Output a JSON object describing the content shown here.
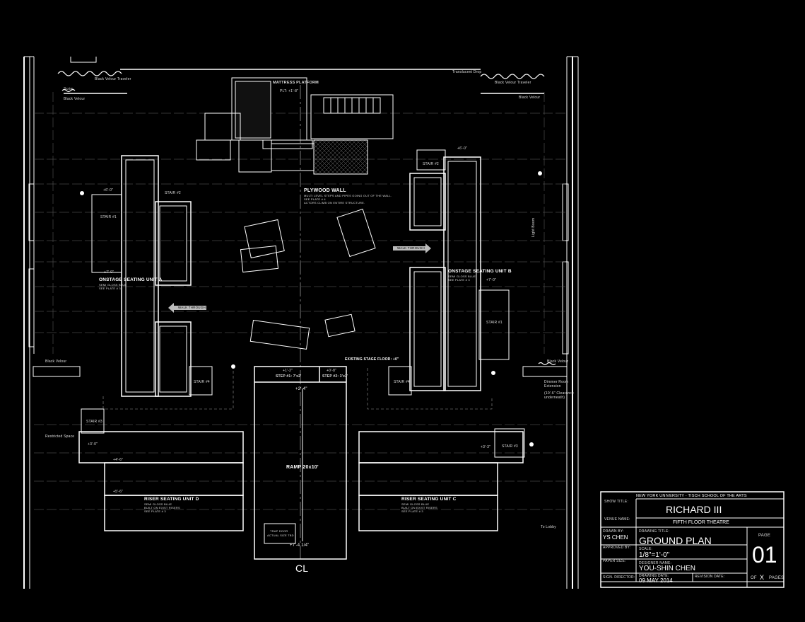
{
  "labels": {
    "black_velour_traveler_l": "Black Velour Traveler",
    "black_velour_traveler_r": "Black Velour Traveler",
    "translucent_drop": "Translucent Drop",
    "scrim": "Scrim",
    "black_velour_l": "Black Velour",
    "black_velour_r": "Black Velour",
    "black_velour_mid_l": "Black Velour",
    "black_velour_mid_r": "Black Velour",
    "mattress_platform": "MATTRESS PLATFORM",
    "mattress_platform_elev": "PLT: +1'-8\"",
    "plywood_wall": "PLYWOOD WALL",
    "plywood_wall_note1": "MULTI LEVEL STEPS AND PIPES GOING OUT OF THE WALL.",
    "plywood_wall_note2": "SEE PLATE # 4",
    "plywood_wall_note3": "ACTORS CLIMB ON ENTIRE STRUCTURE.",
    "onstage_a": "ONSTAGE SEATING UNIT A",
    "onstage_a_note1": "SEMI GLOSS BLUE",
    "onstage_a_note2": "SEE PLATE # 3",
    "onstage_b": "ONSTAGE SEATING UNIT B",
    "onstage_b_note1": "SEMI GLOSS BLUE",
    "onstage_b_note2": "SEE PLATE # 3",
    "riser_c": "RISER SEATING UNIT C",
    "riser_c_note1": "SEMI GLOSS BLUE",
    "riser_c_note2": "BUILT ON EXIST RISERS",
    "riser_c_note3": "SEE PLATE # 3",
    "riser_d": "RISER SEATING UNIT D",
    "riser_d_note1": "SEMI GLOSS BLUE",
    "riser_d_note2": "BUILT ON EXIST RISERS",
    "riser_d_note3": "SEE PLATE # 3",
    "walk_through_l": "WALK THROUGH",
    "walk_through_r": "WALK THROUGH",
    "stair_1l": "STAIR #1",
    "stair_1r": "STAIR #1",
    "stair_2l": "STAIR #2",
    "stair_2r": "STAIR #2",
    "stair_3l": "STAIR #3",
    "stair_3r": "STAIR #3",
    "stair_4l": "STAIR #4",
    "stair_4r": "STAIR #4",
    "existing_floor": "EXISTING STAGE FLOOR: +0\"",
    "ramp": "RAMP 20x10'",
    "step_1": "STEP #1: 7'x2'",
    "step_2": "STEP #2: 3'x2'",
    "step_1_elev": "+1'-2\"",
    "step_2_elev": "+0'-8\"",
    "ramp_top": "+2'-4\"",
    "ramp_bottom": "+7'-4 1/4\"",
    "trap_door": "TRAP DOOR",
    "trap_door_size": "ACTUAL SIZE TBD",
    "restricted": "Restricted Space",
    "dimmer": "Dimmer Room",
    "dimmer2": "Extension",
    "clearance": "(10'-6\" Clearance",
    "clearance2": "underneath)",
    "light_boom": "Light Boom",
    "to_lobby": "To Lobby",
    "centerline": "CL",
    "elev_6_0a": "+6'-0\"",
    "elev_6_0b": "+6'-0\"",
    "elev_7_0a": "+7'-0\"",
    "elev_7_0b": "+7'-0\"",
    "elev_3_0": "+3'-0\"",
    "elev_4_6": "+4'-6\"",
    "elev_5_6": "+5'-6\"",
    "elev_3_3": "+3'-3\""
  },
  "title_block": {
    "school": "NEW YORK UNIVERSITY  -  TISCH SCHOOL OF THE ARTS",
    "show_title_lbl": "SHOW TITLE:",
    "show_title": "RICHARD III",
    "venue_lbl": "VENUE NAME:",
    "venue": "FIFTH FLOOR THEATRE",
    "drawn_by_lbl": "DRAWN BY:",
    "drawn_by": "YS CHEN",
    "approved_lbl": "APPROVED BY:",
    "paper_lbl": "PAPER SIZE:",
    "director_lbl": "SIGN. DIRECTOR:",
    "drawing_title_lbl": "DRAWING TITLE:",
    "drawing_title": "GROUND PLAN",
    "scale_lbl": "SCALE:",
    "scale": "1/8\"=1'-0\"",
    "designer_lbl": "DESIGNER NAME:",
    "designer": "YOU-SHIN CHEN",
    "date_lbl": "DRAWING DATE:",
    "date": "09 MAY 2014",
    "revision_lbl": "REVISION DATE:",
    "page_lbl": "PAGE",
    "page": "01",
    "of_lbl": "OF",
    "of_val": "X",
    "pages_lbl": "PAGES"
  }
}
